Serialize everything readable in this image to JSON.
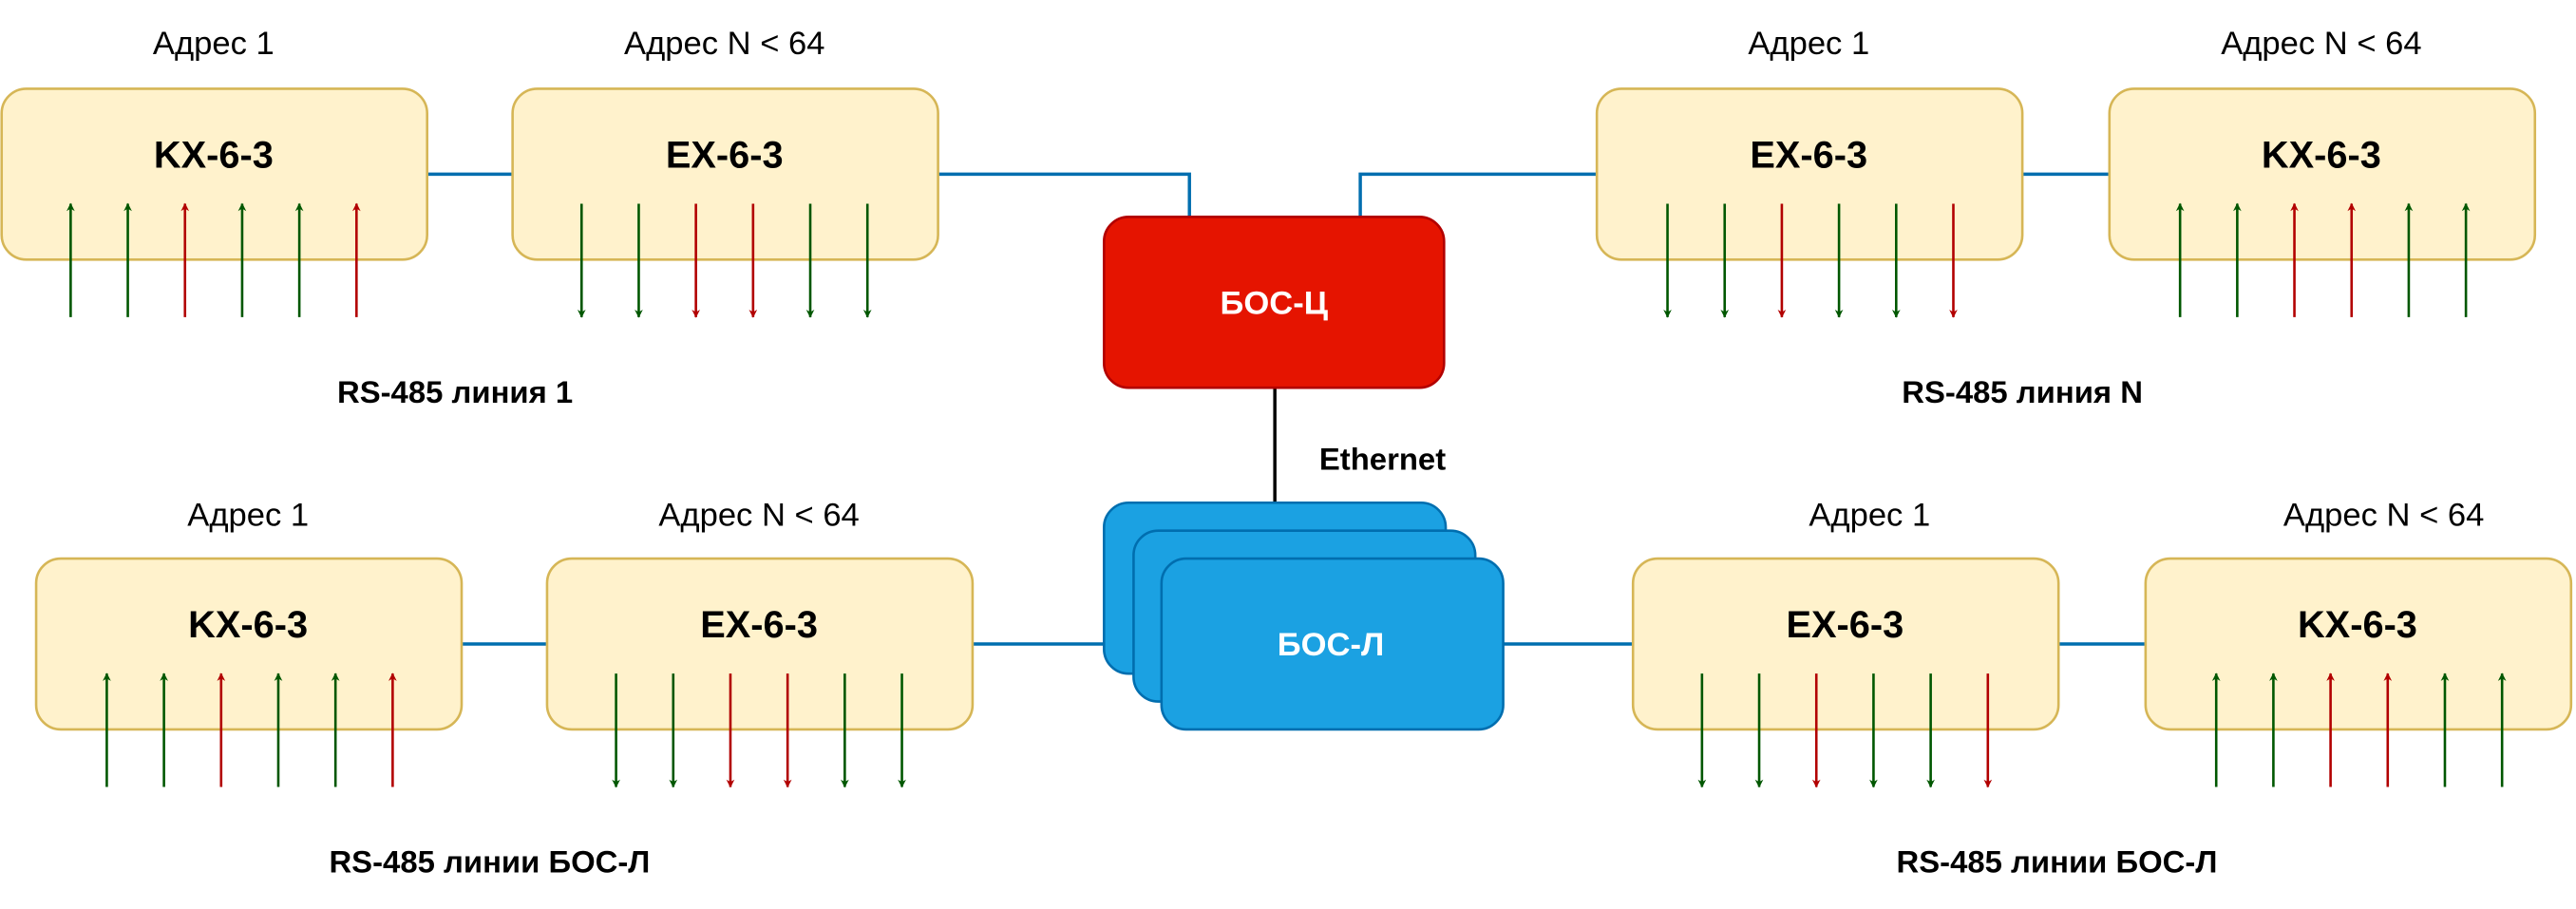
{
  "colors": {
    "module_fill": "#fff2cc",
    "module_stroke": "#d6b656",
    "bus_line": "#006eaf",
    "ethernet_line": "#000000",
    "bos_c_fill": "#e51400",
    "bos_c_stroke": "#b20000",
    "bos_l_fill": "#1ba1e2",
    "bos_l_stroke": "#006eaf",
    "signal_green": "#005700",
    "signal_red": "#b20000"
  },
  "hubs": {
    "bos_c": {
      "label": "БОС-Ц"
    },
    "bos_l": {
      "label": "БОС-Л"
    },
    "ethernet_label": "Ethernet"
  },
  "groups": [
    {
      "id": "top-left",
      "caption": "RS-485 линия 1",
      "modules": [
        {
          "name": "KX-6-3",
          "address": "Адрес 1",
          "arrow_direction": "up",
          "arrows": [
            "green",
            "green",
            "red",
            "green",
            "green",
            "red"
          ]
        },
        {
          "name": "EX-6-3",
          "address": "Адрес N < 64",
          "arrow_direction": "down",
          "arrows": [
            "green",
            "green",
            "red",
            "red",
            "green",
            "green"
          ]
        }
      ]
    },
    {
      "id": "top-right",
      "caption": "RS-485 линия N",
      "modules": [
        {
          "name": "EX-6-3",
          "address": "Адрес 1",
          "arrow_direction": "down",
          "arrows": [
            "green",
            "green",
            "red",
            "green",
            "green",
            "red"
          ]
        },
        {
          "name": "KX-6-3",
          "address": "Адрес N < 64",
          "arrow_direction": "up",
          "arrows": [
            "green",
            "green",
            "red",
            "red",
            "green",
            "green"
          ]
        }
      ]
    },
    {
      "id": "bottom-left",
      "caption": "RS-485 линии БОС-Л",
      "modules": [
        {
          "name": "KX-6-3",
          "address": "Адрес 1",
          "arrow_direction": "up",
          "arrows": [
            "green",
            "green",
            "red",
            "green",
            "green",
            "red"
          ]
        },
        {
          "name": "EX-6-3",
          "address": "Адрес N < 64",
          "arrow_direction": "down",
          "arrows": [
            "green",
            "green",
            "red",
            "red",
            "green",
            "green"
          ]
        }
      ]
    },
    {
      "id": "bottom-right",
      "caption": "RS-485 линии БОС-Л",
      "modules": [
        {
          "name": "EX-6-3",
          "address": "Адрес 1",
          "arrow_direction": "down",
          "arrows": [
            "green",
            "green",
            "red",
            "green",
            "green",
            "red"
          ]
        },
        {
          "name": "KX-6-3",
          "address": "Адрес N < 64",
          "arrow_direction": "up",
          "arrows": [
            "green",
            "green",
            "red",
            "red",
            "green",
            "green"
          ]
        }
      ]
    }
  ]
}
